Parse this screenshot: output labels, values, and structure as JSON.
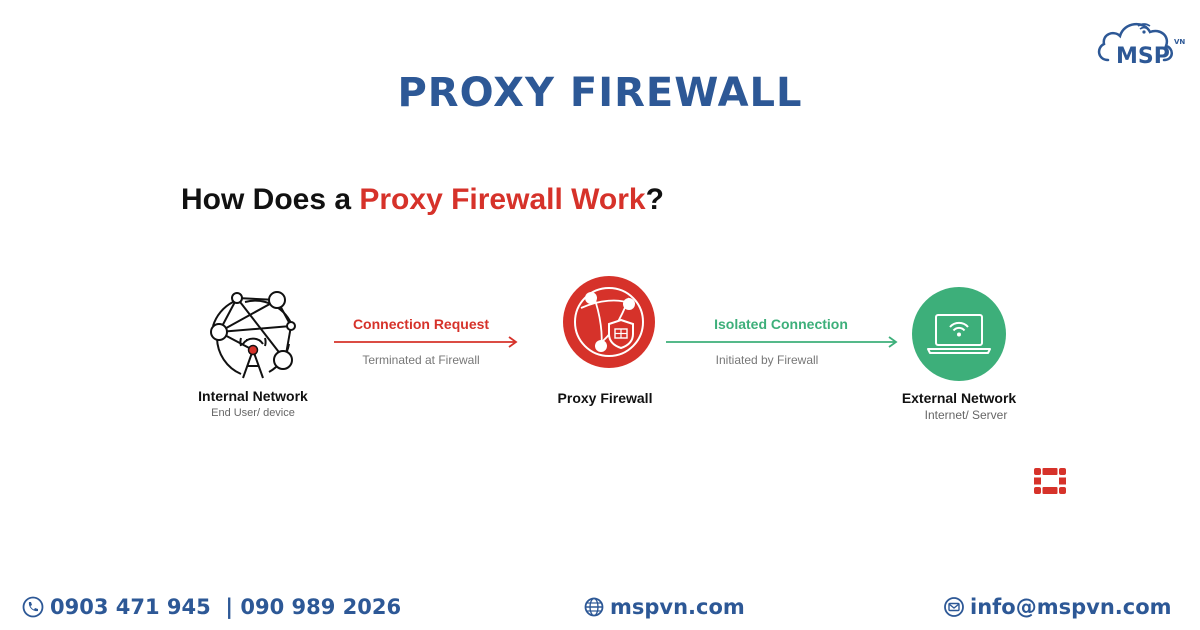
{
  "brand": {
    "logo_text": "MSP",
    "logo_suffix": "VN"
  },
  "title": "PROXY FIREWALL",
  "subtitle": {
    "prefix": "How Does a ",
    "highlight": "Proxy Firewall Work",
    "suffix": "?"
  },
  "nodes": {
    "internal": {
      "label": "Internal Network",
      "sub": "End User/ device"
    },
    "proxy": {
      "label": "Proxy Firewall"
    },
    "external": {
      "label": "External Network",
      "sub": "Internet/ Server"
    }
  },
  "connections": {
    "request": {
      "label": "Connection Request",
      "sub": "Terminated at Firewall",
      "color": "#d6322a"
    },
    "isolated": {
      "label": "Isolated Connection",
      "sub": "Initiated by Firewall",
      "color": "#3daf7a"
    }
  },
  "footer": {
    "phone": "0903 471 945  | 090 989 2026",
    "website": "mspvn.com",
    "email": "info@mspvn.com"
  },
  "colors": {
    "primary": "#2d5896",
    "accent": "#d6322a",
    "green": "#3daf7a"
  }
}
